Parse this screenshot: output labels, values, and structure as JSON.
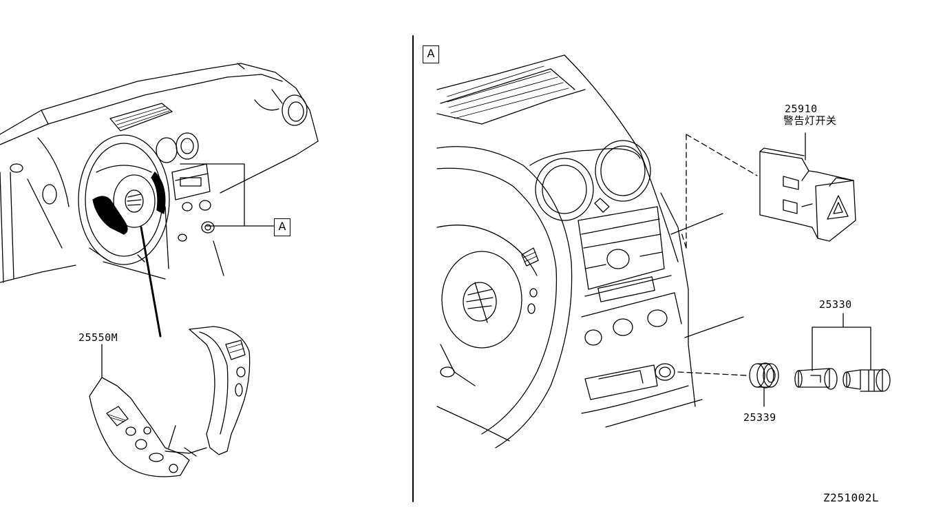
{
  "view_callout": "A",
  "view_label": "A",
  "parts": {
    "steering_switch": {
      "number": "25550M"
    },
    "hazard_switch": {
      "number": "25910",
      "name": "警告灯开关"
    },
    "lighter_ring": {
      "number": "25339"
    },
    "lighter_assy": {
      "number": "25330"
    }
  },
  "drawing_code": "Z251002L"
}
